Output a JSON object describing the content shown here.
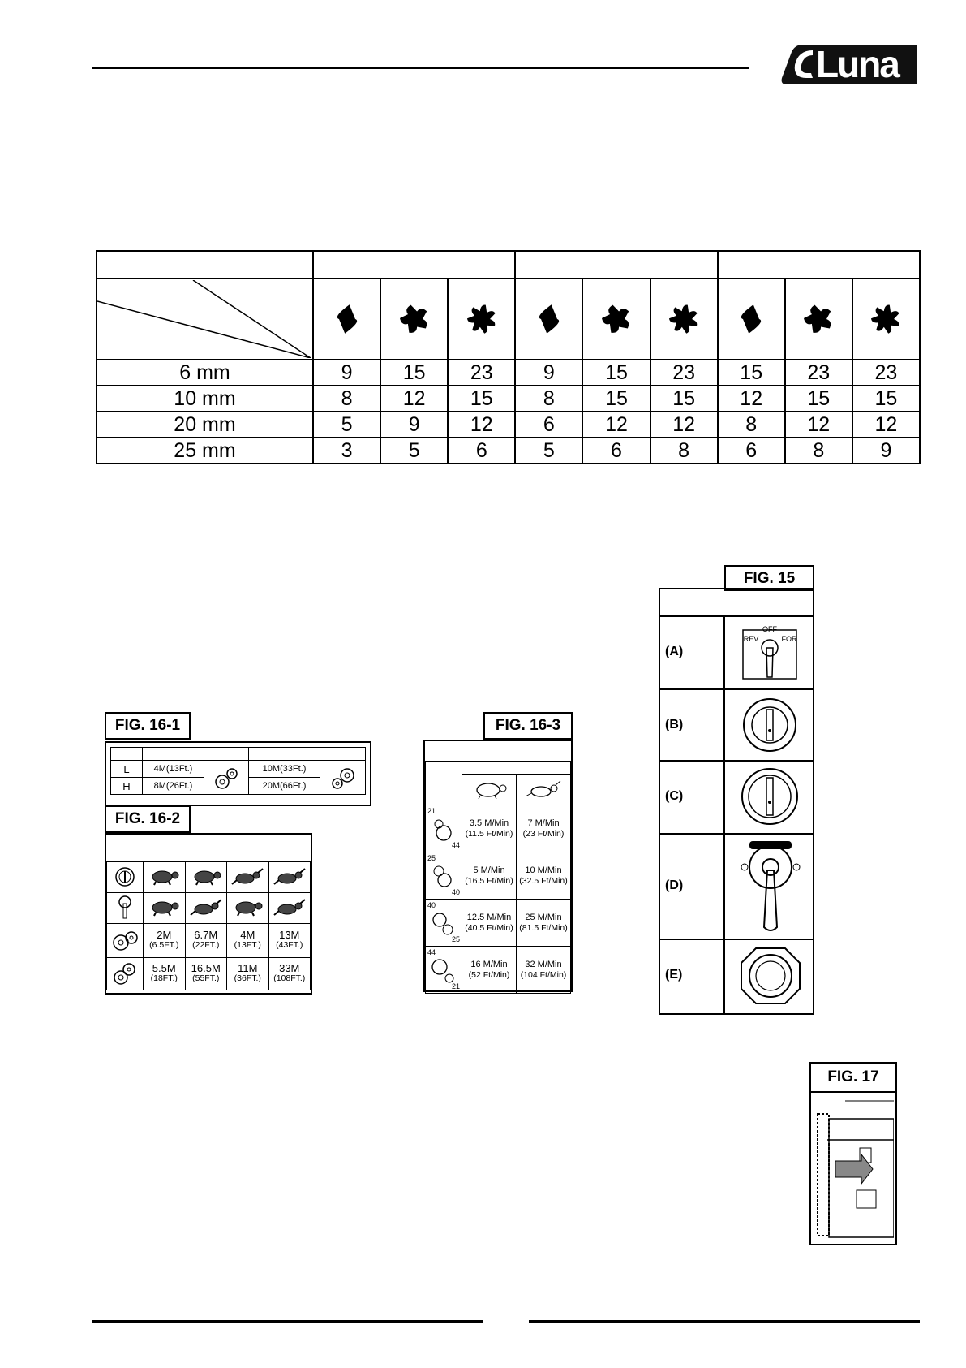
{
  "header": {
    "logo_text": "Luna"
  },
  "cutter_table": {
    "rows": [
      {
        "label": "6 mm",
        "values": [
          "9",
          "15",
          "23",
          "9",
          "15",
          "23",
          "15",
          "23",
          "23"
        ]
      },
      {
        "label": "10 mm",
        "values": [
          "8",
          "12",
          "15",
          "8",
          "15",
          "15",
          "12",
          "15",
          "15"
        ]
      },
      {
        "label": "20 mm",
        "values": [
          "5",
          "9",
          "12",
          "6",
          "12",
          "12",
          "8",
          "12",
          "12"
        ]
      },
      {
        "label": "25 mm",
        "values": [
          "3",
          "5",
          "6",
          "5",
          "6",
          "8",
          "6",
          "8",
          "9"
        ]
      }
    ]
  },
  "fig16_1": {
    "title": "FIG. 16-1",
    "rows": [
      {
        "label": "L",
        "v1": "4M(13Ft.)",
        "v2": "10M(33Ft.)"
      },
      {
        "label": "H",
        "v1": "8M(26Ft.)",
        "v2": "20M(66Ft.)"
      }
    ]
  },
  "fig16_2": {
    "title": "FIG. 16-2",
    "row_a": [
      {
        "top": "2M",
        "bottom": "(6.5FT.)"
      },
      {
        "top": "6.7M",
        "bottom": "(22FT.)"
      },
      {
        "top": "4M",
        "bottom": "(13FT.)"
      },
      {
        "top": "13M",
        "bottom": "(43FT.)"
      }
    ],
    "row_b": [
      {
        "top": "5.5M",
        "bottom": "(18FT.)"
      },
      {
        "top": "16.5M",
        "bottom": "(55FT.)"
      },
      {
        "top": "11M",
        "bottom": "(36FT.)"
      },
      {
        "top": "33M",
        "bottom": "(108FT.)"
      }
    ]
  },
  "fig16_3": {
    "title": "FIG. 16-3",
    "rows": [
      {
        "g1": "21",
        "g2": "44",
        "slow": "3.5 M/Min",
        "slow_ft": "(11.5 Ft/Min)",
        "fast": "7 M/Min",
        "fast_ft": "(23 Ft/Min)"
      },
      {
        "g1": "25",
        "g2": "40",
        "slow": "5 M/Min",
        "slow_ft": "(16.5 Ft/Min)",
        "fast": "10 M/Min",
        "fast_ft": "(32.5 Ft/Min)"
      },
      {
        "g1": "40",
        "g2": "25",
        "slow": "12.5 M/Min",
        "slow_ft": "(40.5 Ft/Min)",
        "fast": "25 M/Min",
        "fast_ft": "(81.5 Ft/Min)"
      },
      {
        "g1": "44",
        "g2": "21",
        "slow": "16 M/Min",
        "slow_ft": "(52 Ft/Min)",
        "fast": "32 M/Min",
        "fast_ft": "(104 Ft/Min)"
      }
    ]
  },
  "fig15": {
    "title": "FIG. 15",
    "items": [
      "(A)",
      "(B)",
      "(C)",
      "(D)",
      "(E)"
    ],
    "switch_labels": {
      "off": "OFF",
      "rev": "REV",
      "for": "FOR"
    }
  },
  "fig17": {
    "title": "FIG. 17"
  }
}
